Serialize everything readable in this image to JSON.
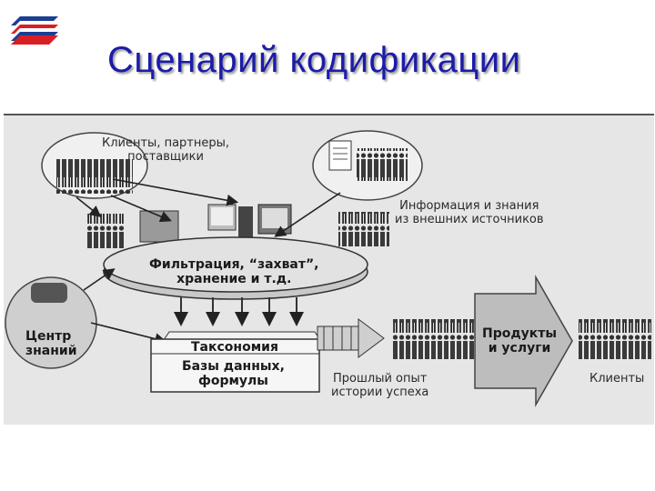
{
  "title": "Сценарий кодификации",
  "diagram": {
    "clients_partners": [
      "Клиенты, партнеры,",
      "поставщики"
    ],
    "external_info": [
      "Информация и знания",
      "из внешних источников"
    ],
    "filtration": [
      "Фильтрация, “захват”,",
      "хранение и т.д."
    ],
    "knowledge_center": [
      "Центр",
      "знаний"
    ],
    "taxonomy": "Таксономия",
    "databases": [
      "Базы данных,",
      "формулы"
    ],
    "past_experience": [
      "Прошлый опыт",
      "истории успеха"
    ],
    "products": [
      "Продукты",
      "и услуги"
    ],
    "clients": "Клиенты"
  },
  "colors": {
    "title": "#1c1ca8",
    "logo_red": "#d81f26",
    "logo_blue": "#1c3f94"
  }
}
